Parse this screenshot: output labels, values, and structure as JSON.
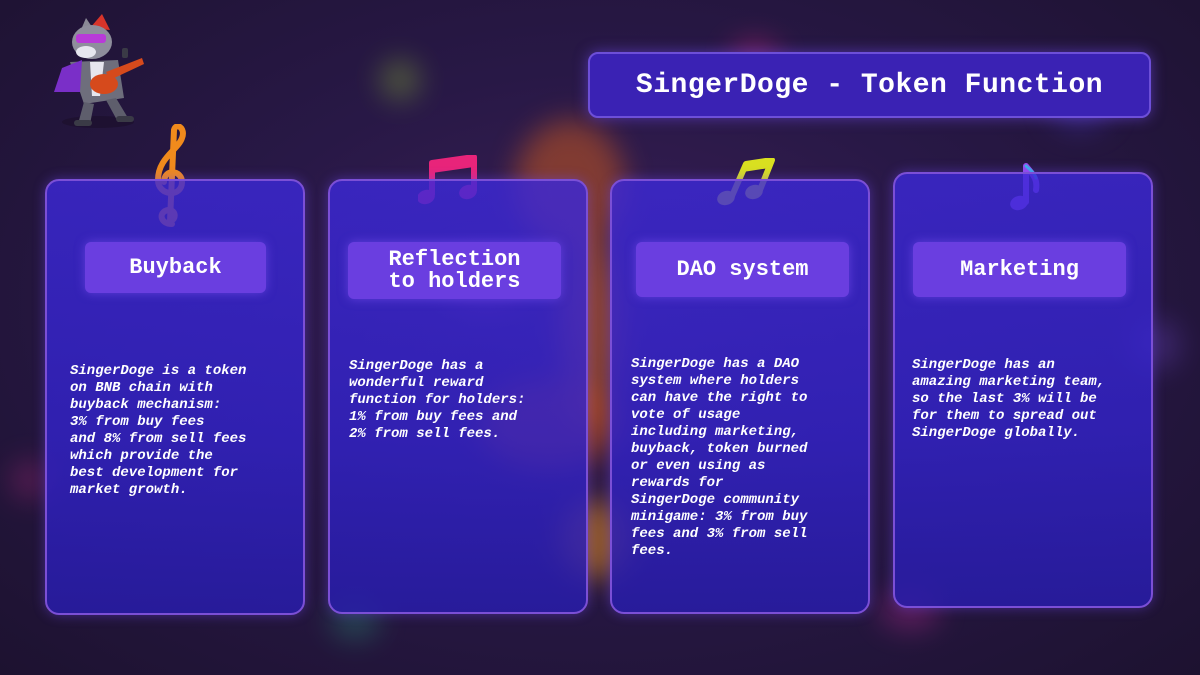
{
  "page": {
    "title": "SingerDoge - Token Function"
  },
  "colors": {
    "title_bg": "#3a22b4",
    "card_bg": "#3c28d7",
    "card_border": "#7b4fd6",
    "header_bg": "#6a3ee0",
    "text": "#ffffff",
    "note_orange": "#f08a1c",
    "note_pink": "#e8247a",
    "note_yellow": "#d9e020",
    "note_purple": "#9a4cf0"
  },
  "mascot": {
    "icon": "singer-doge-mascot-icon"
  },
  "cards": [
    {
      "icon": "treble-clef-icon",
      "header": "Buyback",
      "body_lines": [
        "SingerDoge is a token",
        "on BNB chain with",
        "buyback mechanism:",
        "3% from buy fees",
        "and 8% from sell fees",
        "which provide the",
        "best development for",
        "market growth."
      ]
    },
    {
      "icon": "beamed-notes-icon",
      "header": "Reflection\nto holders",
      "body_lines": [
        "SingerDoge has a",
        "wonderful reward",
        "function for holders:",
        "1% from buy fees and",
        "2% from sell fees."
      ]
    },
    {
      "icon": "beamed-notes-icon",
      "header": "DAO system",
      "body_lines": [
        "SingerDoge has a DAO",
        "system where holders",
        "can have the right to",
        "vote of usage",
        "including marketing,",
        "buyback, token burned",
        "or even using as",
        "rewards for",
        "SingerDoge community",
        "minigame: 3% from buy",
        "fees and 3% from sell",
        "fees."
      ]
    },
    {
      "icon": "eighth-note-icon",
      "header": "Marketing",
      "body_lines": [
        "SingerDoge has an",
        "amazing marketing team,",
        "so the last 3% will be",
        "for them to spread out",
        "SingerDoge globally."
      ]
    }
  ]
}
